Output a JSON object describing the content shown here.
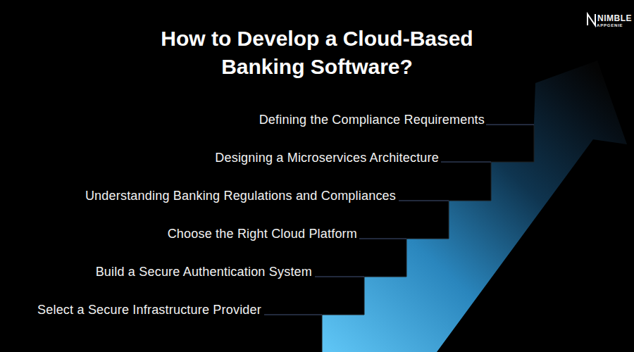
{
  "diagram": {
    "title": "How to Develop a Cloud-Based Banking Software?",
    "labels": [
      "NIMBLE",
      "APPGENIE",
      "Defining the Compliance Requirements",
      "Designing a Microservices Architecture",
      "Understanding Banking Regulations and Compliances",
      "Choose the Right Cloud Platform",
      "Build a Secure Authentication System",
      "Select a Secure Infrastructure Provider"
    ]
  }
}
